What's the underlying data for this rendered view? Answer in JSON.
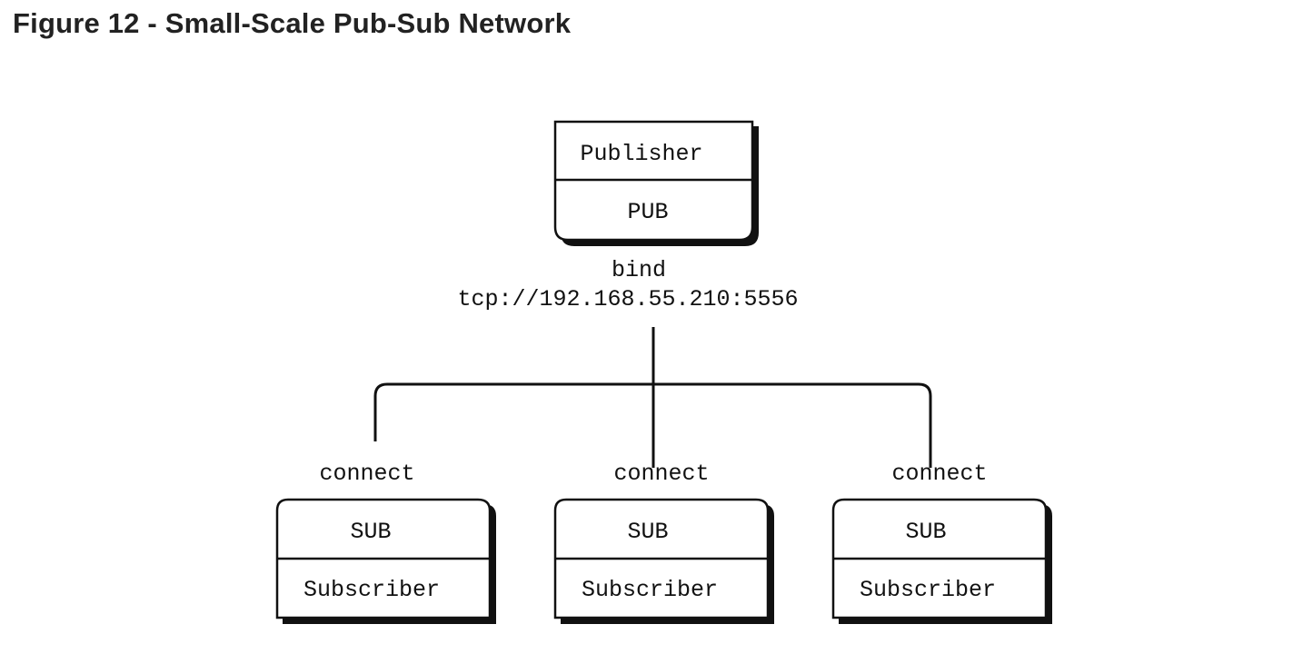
{
  "figure": {
    "title": "Figure 12 - Small-Scale Pub-Sub Network"
  },
  "publisher": {
    "name": "Publisher",
    "socket": "PUB",
    "action": "bind",
    "endpoint": "tcp://192.168.55.210:5556"
  },
  "subscribers": [
    {
      "action": "connect",
      "socket": "SUB",
      "name": "Subscriber"
    },
    {
      "action": "connect",
      "socket": "SUB",
      "name": "Subscriber"
    },
    {
      "action": "connect",
      "socket": "SUB",
      "name": "Subscriber"
    }
  ]
}
